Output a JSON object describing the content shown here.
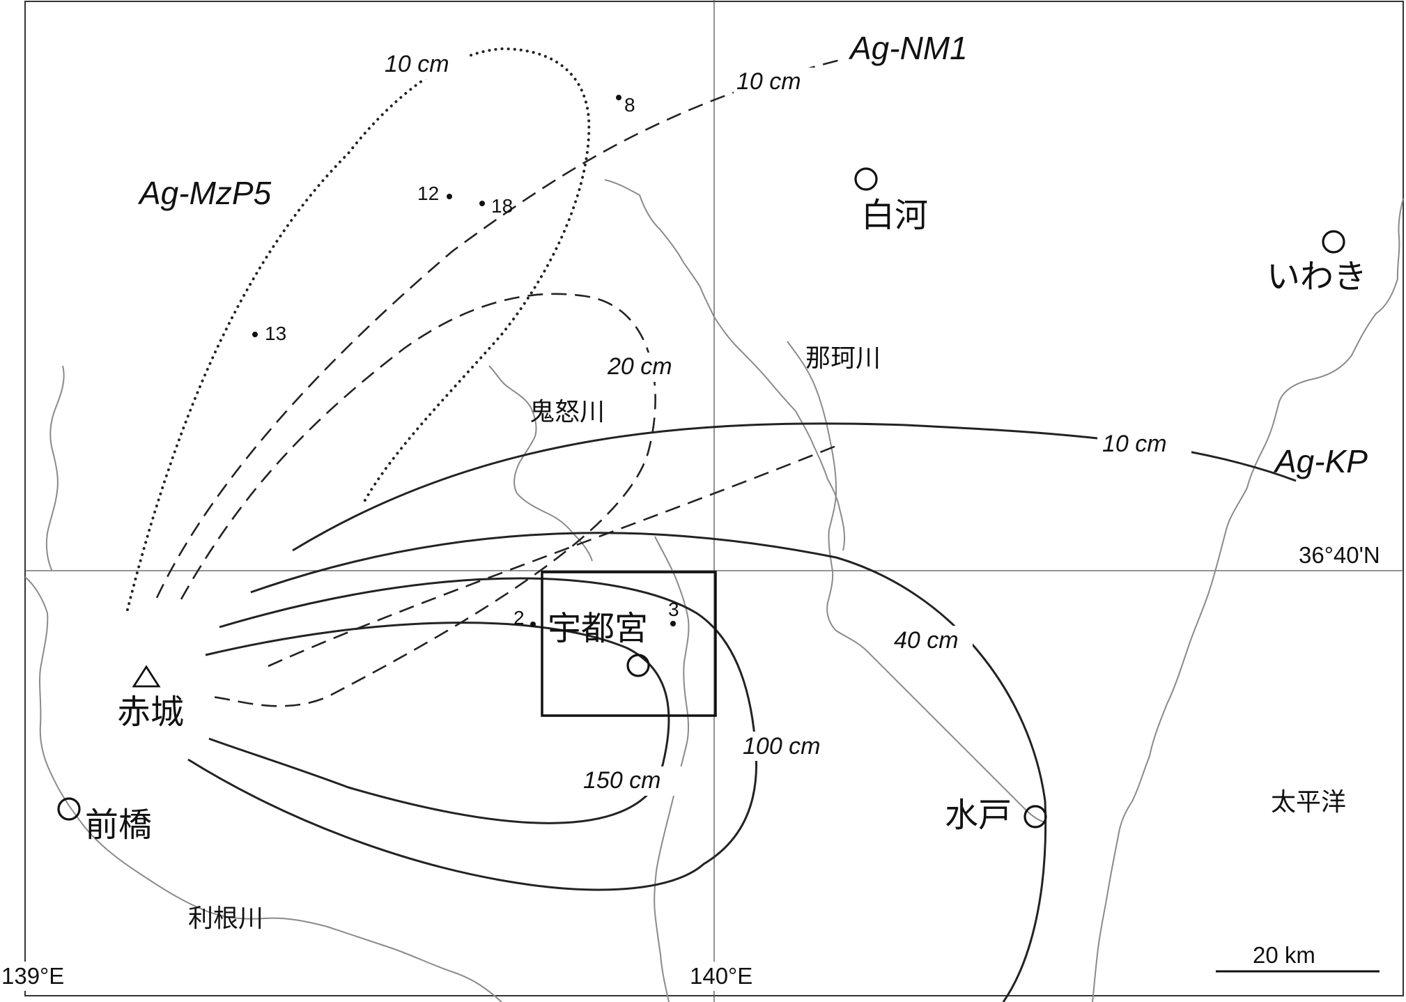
{
  "tephra_units": {
    "kp": "Ag-KP",
    "nm1": "Ag-NM1",
    "mzp5": "Ag-MzP5"
  },
  "isopachs": {
    "kp_10": "10 cm",
    "kp_40": "40 cm",
    "kp_100": "100 cm",
    "kp_150": "150 cm",
    "nm1_10": "10 cm",
    "nm1_20": "20 cm",
    "mzp5_10": "10 cm"
  },
  "places": {
    "volcano": "赤城",
    "maebashi": "前橋",
    "utsunomiya": "宇都宮",
    "shirakawa": "白河",
    "iwaki": "いわき",
    "mito": "水戸",
    "pacific": "太平洋"
  },
  "rivers": {
    "naka": "那珂川",
    "kinu": "鬼怒川",
    "tone": "利根川"
  },
  "sites": {
    "s2": "2",
    "s3": "3",
    "s8": "8",
    "s12": "12",
    "s13": "13",
    "s18": "18"
  },
  "coordinates": {
    "lon_139": "139°E",
    "lon_140": "140°E",
    "lat": "36°40'N"
  },
  "scale_bar": "20 km"
}
